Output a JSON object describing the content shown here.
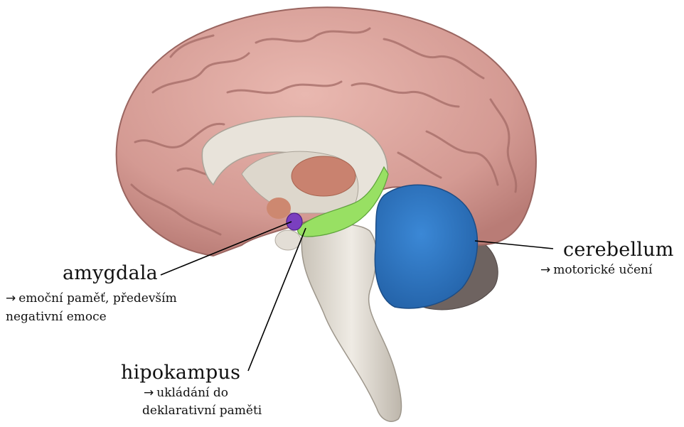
{
  "labels": {
    "amygdala": {
      "name": "amygdala",
      "desc_line1": "emoční paměť, především",
      "desc_line2": "negativní emoce"
    },
    "hippocampus": {
      "name": "hipokampus",
      "desc_line1": "ukládání do",
      "desc_line2": "deklarativní paměti"
    },
    "cerebellum": {
      "name": "cerebellum",
      "desc_line1": "motorické učení"
    },
    "arrow": "→"
  },
  "colors": {
    "cortex": "#dba39c",
    "cortex_shadow": "#a96f6a",
    "white_matter": "#e6e1d8",
    "thalamus": "#c9826f",
    "hippocampus": "#96de64",
    "amygdala": "#7a3fbf",
    "cerebellum": "#2e79c9",
    "cerebellum_tail": "#6a5f5c"
  }
}
